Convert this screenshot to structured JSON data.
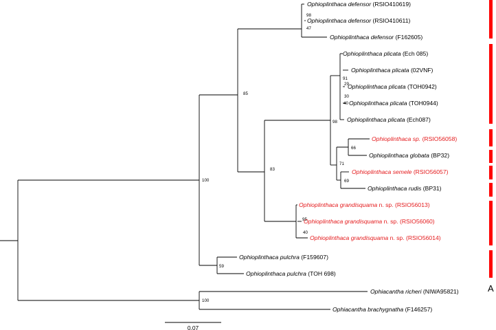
{
  "colors": {
    "highlight": "#e41a1c",
    "default": "#000000",
    "clade_bar": "#ff0000"
  },
  "taxa": [
    {
      "id": "t1",
      "species": "Ophioplinthaca defensor",
      "suffix": " (RSIO410619)",
      "highlight": false
    },
    {
      "id": "t2",
      "species": "Ophioplinthaca defensor",
      "suffix": " (RSIO410611)",
      "highlight": false
    },
    {
      "id": "t3",
      "species": "Ophioplinthaca defensor",
      "suffix": " (F162605)",
      "highlight": false
    },
    {
      "id": "t4",
      "species": "Ophioplinthaca plicata",
      "suffix": " (Ech 085)",
      "highlight": false
    },
    {
      "id": "t5",
      "species": "Ophioplinthaca plicata",
      "suffix": " (02VNF)",
      "highlight": false
    },
    {
      "id": "t6",
      "species": "Ophioplinthaca plicata",
      "suffix": " (TOH0942)",
      "highlight": false
    },
    {
      "id": "t7",
      "species": "Ophioplinthaca plicata",
      "suffix": " (TOH0944)",
      "highlight": false
    },
    {
      "id": "t8",
      "species": "Ophioplinthaca plicata",
      "suffix": " (Ech087)",
      "highlight": false
    },
    {
      "id": "t9",
      "species": "Ophioplinthaca sp.",
      "suffix": " (RSIO56058)",
      "highlight": true
    },
    {
      "id": "t10",
      "species": "Ophioplinthaca globata",
      "suffix": " (BP32)",
      "highlight": false
    },
    {
      "id": "t11",
      "species": "Ophioplinthaca semele",
      "suffix": " (RSIO56057)",
      "highlight": true
    },
    {
      "id": "t12",
      "species": "Ophioplinthaca rudis",
      "suffix": " (BP31)",
      "highlight": false
    },
    {
      "id": "t13",
      "species": "Ophioplinthaca grandisquama",
      "suffix": " n. sp. (RSIO56013)",
      "highlight": true
    },
    {
      "id": "t14",
      "species": "Ophioplinthaca grandisquama",
      "suffix": " n. sp. (RSIO56060)",
      "highlight": true
    },
    {
      "id": "t15",
      "species": "Ophioplinthaca grandisquama",
      "suffix": " n. sp. (RSIO56014)",
      "highlight": true
    },
    {
      "id": "t16",
      "species": "Ophioplinthaca pulchra",
      "suffix": " (F159607)",
      "highlight": false
    },
    {
      "id": "t17",
      "species": "Ophioplinthaca pulchra",
      "suffix": " (TOH 698)",
      "highlight": false
    },
    {
      "id": "t18",
      "species": "Ophiacantha richeri",
      "suffix": " (NIWA95821)",
      "highlight": false
    },
    {
      "id": "t19",
      "species": "Ophiacantha brachygnatha",
      "suffix": " (F146257)",
      "highlight": false
    }
  ],
  "support_values": [
    "98",
    "47",
    "85",
    "91",
    "29",
    "30",
    "40",
    "98",
    "66",
    "71",
    "69",
    "83",
    "95",
    "40",
    "100",
    "59",
    "100"
  ],
  "scale_label": "0.07",
  "clade_letter": "A"
}
